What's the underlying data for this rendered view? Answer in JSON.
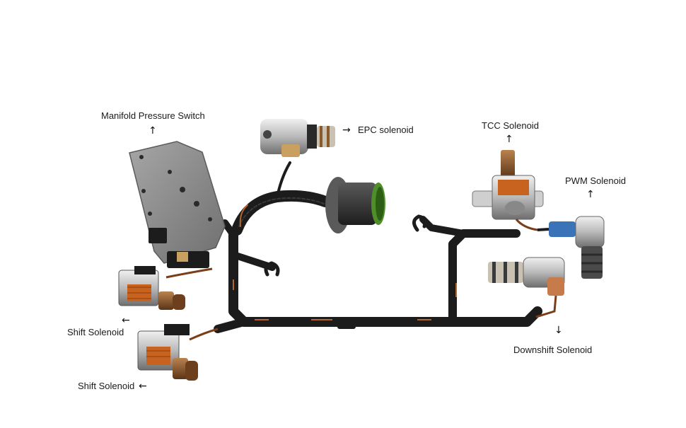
{
  "labels": {
    "manifold_pressure_switch": "Manifold Pressure Switch",
    "epc_solenoid": "EPC solenoid",
    "tcc_solenoid": "TCC Solenoid",
    "pwm_solenoid": "PWM Solenoid",
    "shift_solenoid_a": "Shift Solenoid",
    "shift_solenoid_b": "Shift Solenoid",
    "downshift_solenoid": "Downshift Solenoid"
  },
  "colors": {
    "harness": "#1c1c1c",
    "wire_copper": "#b5642f",
    "coil_copper": "#c8631f",
    "plate_gray": "#8e8e8e",
    "metal": "#bdbdbd",
    "connector_green": "#4f8f2a",
    "connector_blue": "#3a73b8",
    "brass": "#8a5a2b"
  }
}
